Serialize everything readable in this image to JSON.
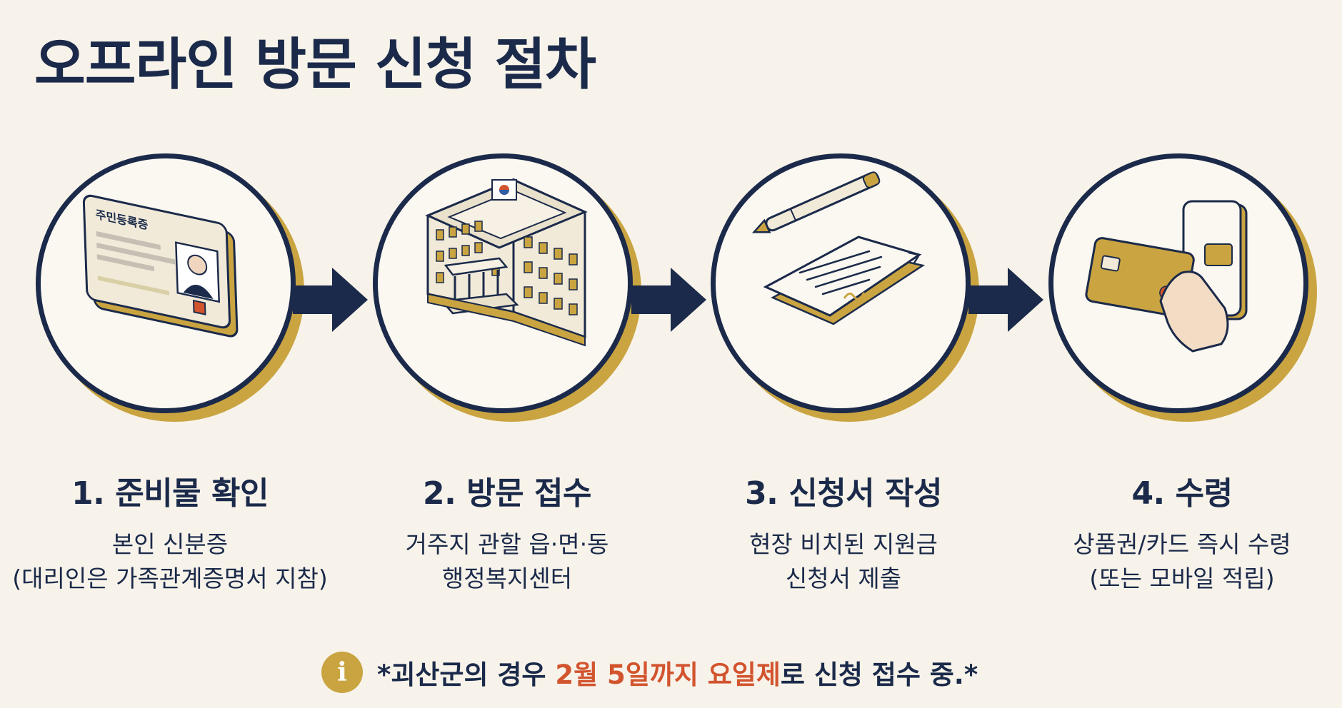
{
  "title": "오프라인 방문 신청 절차",
  "steps": [
    {
      "icon": "id-card-icon",
      "title": "1. 준비물 확인",
      "line1": "본인 신분증",
      "line2": "(대리인은 가족관계증명서 지참)",
      "card_label": "주민등록증"
    },
    {
      "icon": "government-building-icon",
      "title": "2. 방문 접수",
      "line1": "거주지 관할 읍·면·동",
      "line2": "행정복지센터"
    },
    {
      "icon": "application-form-pen-icon",
      "title": "3. 신청서 작성",
      "line1": "현장 비치된 지원금",
      "line2": "신청서 제출"
    },
    {
      "icon": "card-and-phone-icon",
      "title": "4. 수령",
      "line1": "상품권/카드 즉시 수령",
      "line2": "(또는 모바일 적립)"
    }
  ],
  "note": {
    "icon_label": "i",
    "part1": "*괴산군의 경우 ",
    "highlight1": "2월 5일까지 요일제",
    "part2": "로 신청 접수 중.*"
  },
  "colors": {
    "navy": "#1b2a4a",
    "gold": "#c9a441",
    "background": "#f7f3ea",
    "highlight": "#d2542e"
  }
}
